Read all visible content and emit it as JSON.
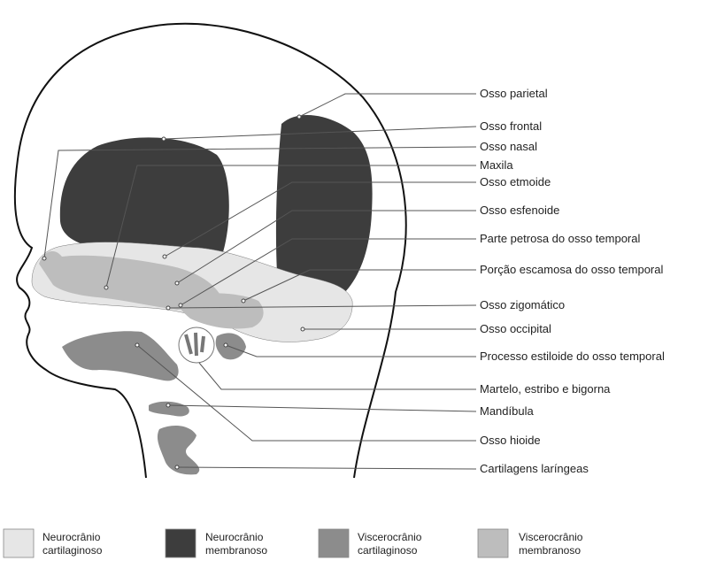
{
  "labels": {
    "parietal": "Osso parietal",
    "frontal": "Osso frontal",
    "nasal": "Osso nasal",
    "maxila": "Maxila",
    "etmoide": "Osso etmoide",
    "esfenoide": "Osso esfenoide",
    "petrosa": "Parte petrosa do osso temporal",
    "escamosa": "Porção escamosa do osso temporal",
    "zigomatico": "Osso zigomático",
    "occipital": "Osso occipital",
    "estiloide": "Processo estiloide do osso temporal",
    "ossiculos": "Martelo, estribo e bigorna",
    "mandibula": "Mandíbula",
    "hioide": "Osso hioide",
    "laringeas": "Cartilagens laríngeas"
  },
  "legend": [
    {
      "line1": "Neurocrânio",
      "line2": "cartilaginoso",
      "color": "#e6e6e6"
    },
    {
      "line1": "Neurocrânio",
      "line2": "membranoso",
      "color": "#3d3d3d"
    },
    {
      "line1": "Viscerocrânio",
      "line2": "cartilaginoso",
      "color": "#8c8c8c"
    },
    {
      "line1": "Viscerocrânio",
      "line2": "membranoso",
      "color": "#bdbdbd"
    }
  ]
}
